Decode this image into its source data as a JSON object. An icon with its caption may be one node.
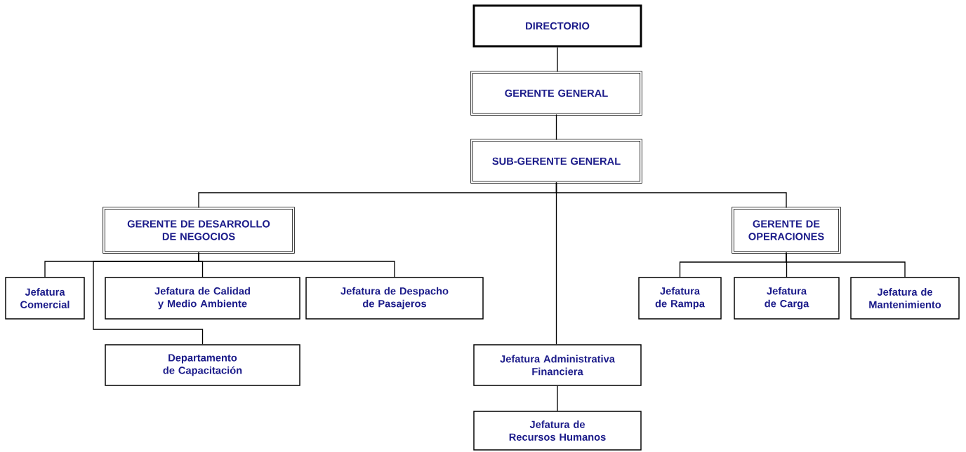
{
  "diagram": {
    "nodes": [
      {
        "text": [
          "DIRECTORIO"
        ]
      },
      {
        "text": [
          "GERENTE GENERAL"
        ]
      },
      {
        "text": [
          "SUB-GERENTE GENERAL"
        ]
      },
      {
        "text": [
          "GERENTE DE DESARROLLO DE NEGOCIOS"
        ]
      },
      {
        "text": [
          "Jefatura Comercial"
        ]
      },
      {
        "text": [
          "Jefatura de Calidad y Medio Ambiente"
        ]
      },
      {
        "text": [
          "Jefatura de Despacho de Pasajeros"
        ]
      },
      {
        "text": [
          "Departamento de Capacitación"
        ]
      },
      {
        "text": [
          "GERENTE DE OPERACIONES"
        ]
      },
      {
        "text": [
          "Jefatura de Rampa"
        ]
      },
      {
        "text": [
          "Jefatura de Carga"
        ]
      },
      {
        "text": [
          "Jefatura de Mantenimiento"
        ]
      },
      {
        "text": [
          "Jefatura Administrativa Financiera"
        ]
      },
      {
        "text": [
          "Jefatura de Recursos Humanos"
        ]
      }
    ],
    "edges": [
      {
        "from": 0,
        "to": 1,
        "arrow": "none"
      },
      {
        "from": 1,
        "to": 2,
        "arrow": "none"
      },
      {
        "from": 2,
        "to": 3,
        "arrow": "none"
      },
      {
        "from": 2,
        "to": 8,
        "arrow": "none"
      },
      {
        "from": 2,
        "to": 12,
        "arrow": "none"
      },
      {
        "from": 3,
        "to": 4,
        "arrow": "none"
      },
      {
        "from": 3,
        "to": 5,
        "arrow": "none"
      },
      {
        "from": 3,
        "to": 6,
        "arrow": "none"
      },
      {
        "from": 3,
        "to": 7,
        "arrow": "none"
      },
      {
        "from": 8,
        "to": 9,
        "arrow": "none"
      },
      {
        "from": 8,
        "to": 10,
        "arrow": "none"
      },
      {
        "from": 8,
        "to": 11,
        "arrow": "none"
      },
      {
        "from": 12,
        "to": 13,
        "arrow": "none"
      }
    ]
  }
}
